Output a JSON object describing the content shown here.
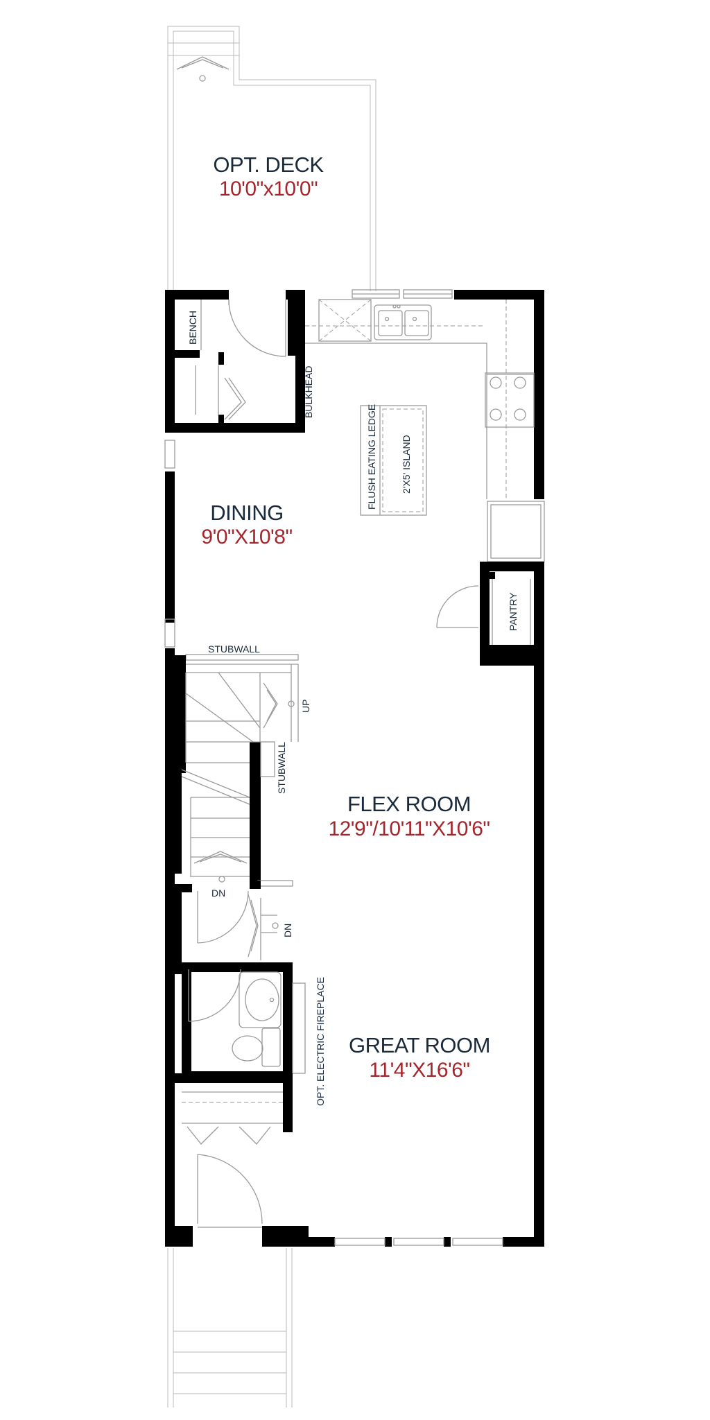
{
  "rooms": {
    "deck": {
      "name": "OPT. DECK",
      "dims": "10'0\"x10'0\""
    },
    "dining": {
      "name": "DINING",
      "dims": "9'0\"X10'8\""
    },
    "flex": {
      "name": "FLEX ROOM",
      "dims": "12'9\"/10'11\"X10'6\""
    },
    "great": {
      "name": "GREAT ROOM",
      "dims": "11'4\"X16'6\""
    }
  },
  "labels": {
    "bench": "BENCH",
    "bulkhead": "BULKHEAD",
    "flush_eating_ledge": "FLUSH EATING LEDGE",
    "island": "2'X5' ISLAND",
    "pantry": "PANTRY",
    "stubwall_top": "STUBWALL",
    "stubwall_side": "STUBWALL",
    "up": "UP",
    "dn_stair": "DN",
    "dn_landing": "DN",
    "fireplace": "OPT. ELECTRIC FIREPLACE"
  },
  "colors": {
    "room_name": "#1b2a3a",
    "room_dims": "#a4262c",
    "wall": "#000000",
    "line": "#9a9a9a"
  }
}
